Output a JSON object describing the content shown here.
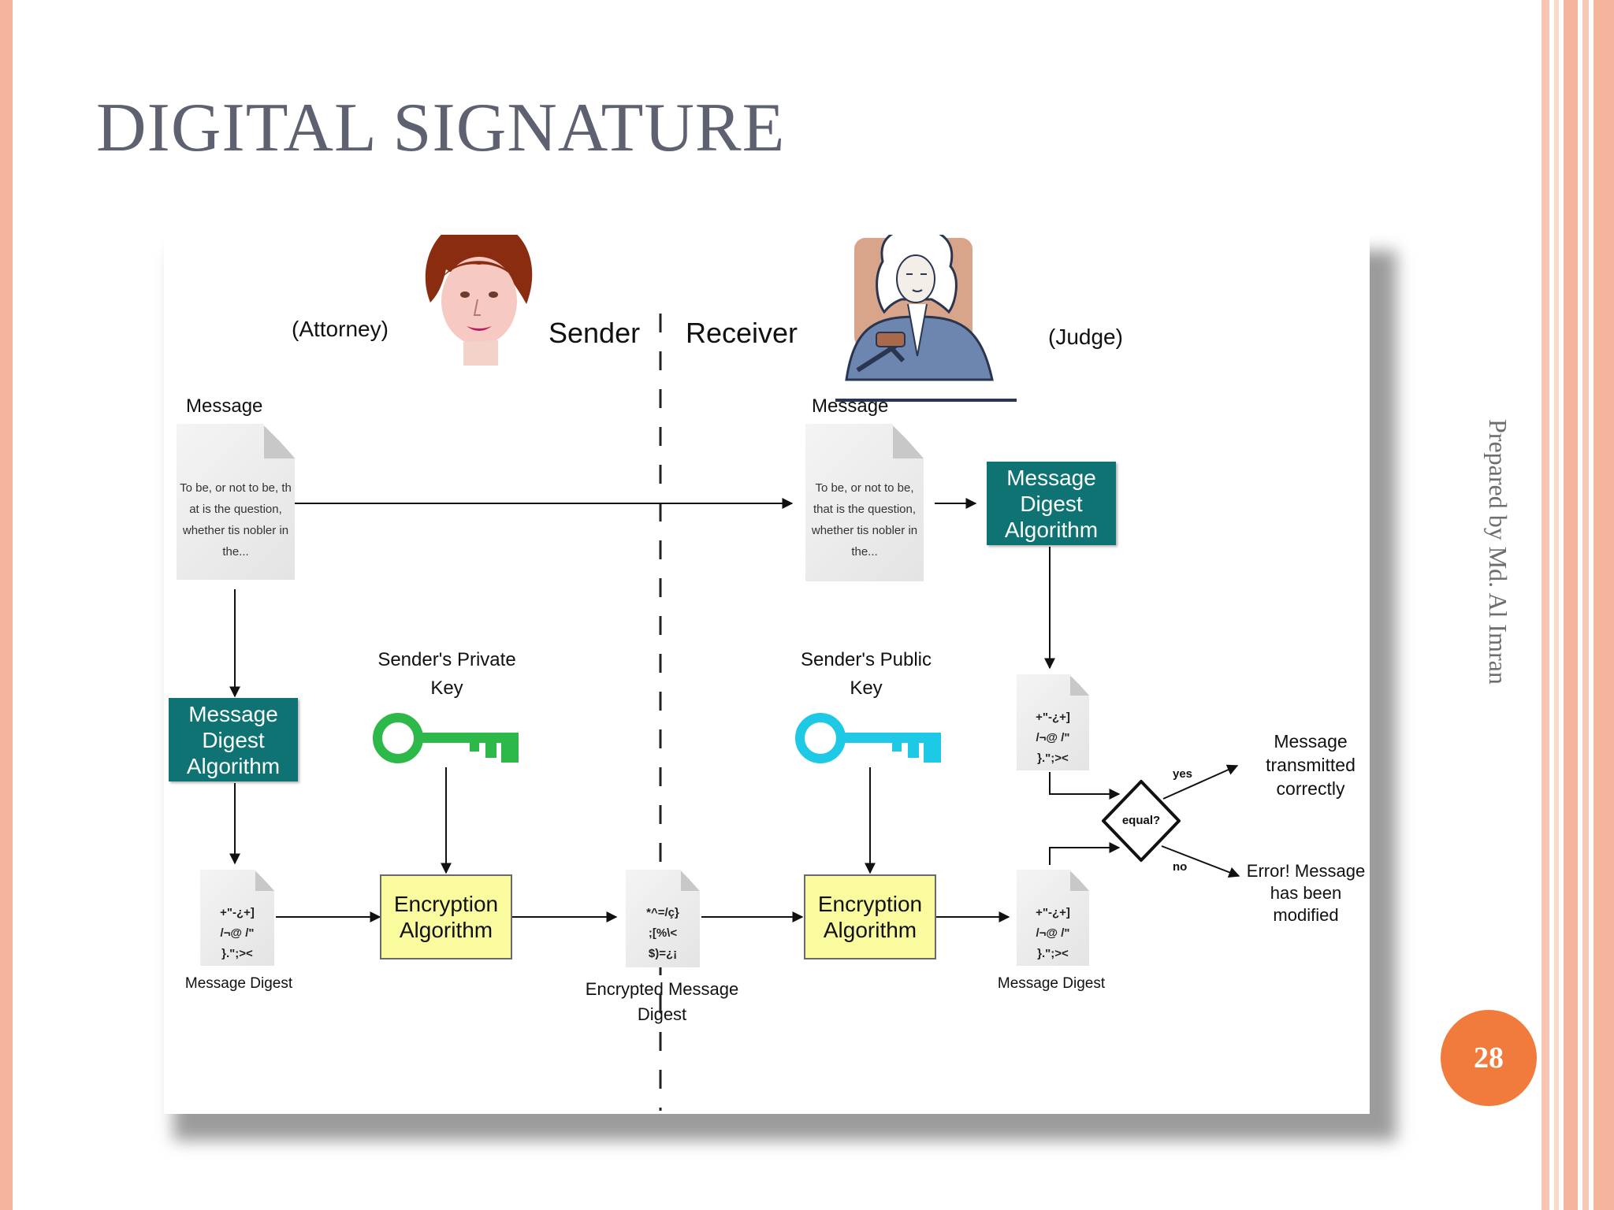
{
  "slide": {
    "title": "DIGITAL SIGNATURE",
    "side_credit": "Prepared by Md. Al Imran",
    "page_number": "28"
  },
  "diagram": {
    "sender": {
      "role": "(Attorney)",
      "heading": "Sender",
      "message_label": "Message",
      "message_text": "To be, or not to be, th at is the question, whether tis nobler in the...",
      "digest_algo": "Message Digest Algorithm",
      "key_label": "Sender's Private Key",
      "encryption": "Encryption Algorithm",
      "digest_glyphs": "+\"-¿+]\n/¬@ /\"\n}.\";><",
      "digest_label": "Message Digest"
    },
    "middle": {
      "glyphs": "*^=/ç}\n;[%\\<\n$)=¿¡",
      "label": "Encrypted Message Digest"
    },
    "receiver": {
      "role": "(Judge)",
      "heading": "Receiver",
      "message_label": "Message",
      "message_text": "To be, or not to be, that is the question, whether tis nobler in the...",
      "digest_algo": "Message Digest Algorithm",
      "key_label": "Sender's Public Key",
      "encryption": "Encryption Algorithm",
      "top_digest_glyphs": "+\"-¿+]\n/¬@ /\"\n}.\";><",
      "bottom_digest_glyphs": "+\"-¿+]\n/¬@ /\"\n}.\";><",
      "digest_label": "Message Digest",
      "decision": "equal?",
      "yes_label": "yes",
      "no_label": "no",
      "yes_result": "Message transmitted correctly",
      "no_result": "Error! Message has been modified"
    },
    "icons": {
      "attorney": "woman-face-icon",
      "judge": "judge-icon",
      "private_key": "green-key-icon",
      "public_key": "cyan-key-icon",
      "private_key_color": "#2db84a",
      "public_key_color": "#1ec9e6",
      "teal": "#0f7373",
      "yellow": "#fafa9f",
      "accent": "#f07b3c"
    }
  }
}
